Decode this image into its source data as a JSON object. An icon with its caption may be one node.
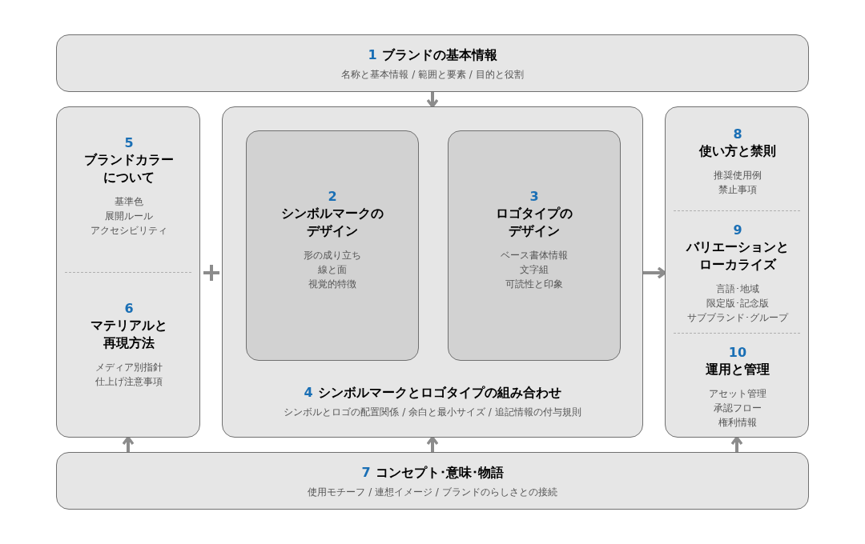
{
  "diagram": {
    "nodes": [
      {
        "text": [
          "1",
          "ブランドの基本情報",
          "名称と基本情報 / 範囲と要素 / 目的と役割"
        ]
      },
      {
        "text": [],
        "shape": "box"
      },
      {
        "text": [
          "5",
          "ブランドカラーについて",
          "基準色",
          "展開ルール",
          "アクセシビリティ"
        ],
        "in": 1
      },
      {
        "text": [
          "6",
          "マテリアルと再現方法",
          "メディア別指針",
          "仕上げ注意事項"
        ],
        "in": 1
      },
      {
        "text": [
          "4",
          "シンボルマークとロゴタイプの組み合わせ",
          "シンボルとロゴの配置関係 / 余白と最小サイズ / 追記情報の付与規則"
        ]
      },
      {
        "text": [
          "2",
          "シンボルマークのデザイン",
          "形の成り立ち",
          "線と面",
          "視覚的特徴"
        ],
        "in": 4
      },
      {
        "text": [
          "3",
          "ロゴタイプのデザイン",
          "ベース書体情報",
          "文字組",
          "可読性と印象"
        ],
        "in": 4
      },
      {
        "text": [],
        "shape": "box"
      },
      {
        "text": [
          "8",
          "使い方と禁則",
          "推奨使用例",
          "禁止事項"
        ],
        "in": 7
      },
      {
        "text": [
          "9",
          "バリエーションとローカライズ",
          "言語･地域",
          "限定版･記念版",
          "サブブランド･グループ"
        ],
        "in": 7
      },
      {
        "text": [
          "10",
          "運用と管理",
          "アセット管理",
          "承認フロー",
          "権利情報"
        ],
        "in": 7
      },
      {
        "text": [
          "7",
          "コンセプト･意味･物語",
          "使用モチーフ / 連想イメージ / ブランドのらしさとの接続"
        ]
      }
    ],
    "edges": [
      {
        "from": 0,
        "to": 4,
        "arrow": "to"
      },
      {
        "from": 11,
        "to": 1,
        "arrow": "to"
      },
      {
        "from": 11,
        "to": 4,
        "arrow": "to"
      },
      {
        "from": 11,
        "to": 7,
        "arrow": "to"
      },
      {
        "from": 4,
        "to": 7,
        "arrow": "to"
      }
    ]
  }
}
